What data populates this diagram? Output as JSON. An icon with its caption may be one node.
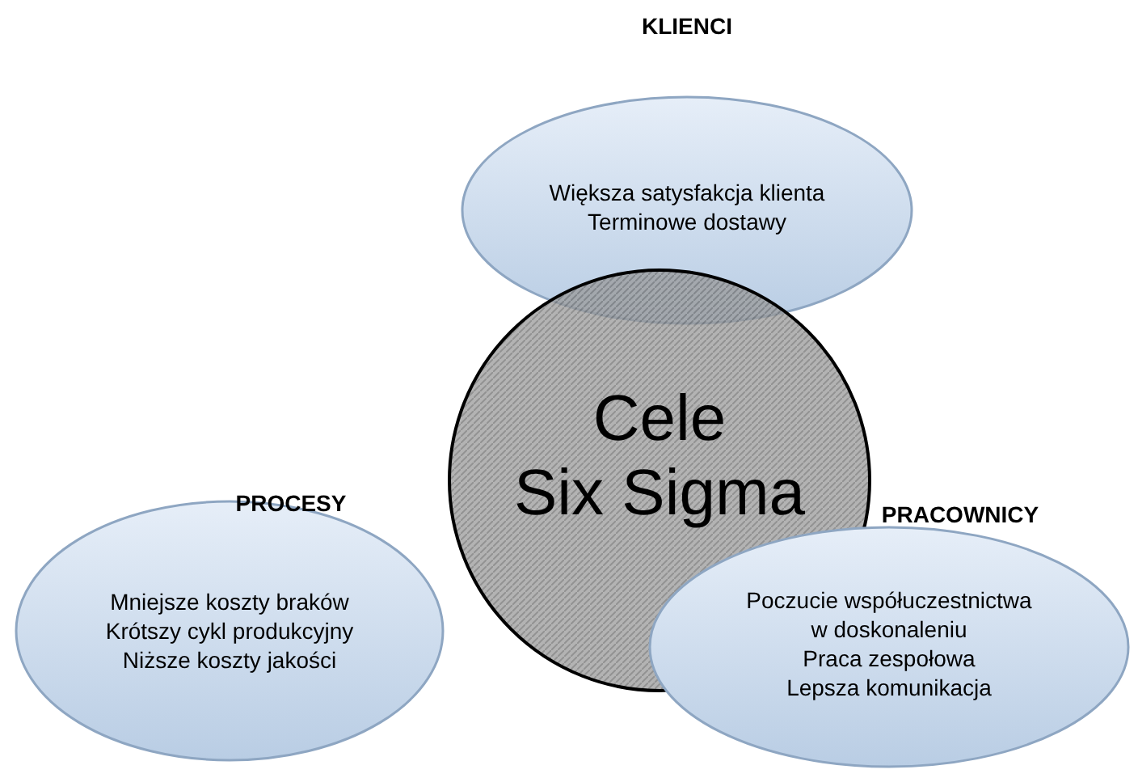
{
  "diagram": {
    "nodes": [
      {
        "text": [
          "KLIENCI",
          "Większa satysfakcja klienta Terminowe dostawy"
        ]
      },
      {
        "text": [
          "Cele Six Sigma"
        ]
      },
      {
        "text": [
          "PROCESY",
          "Mniejsze koszty braków Krótszy cykl produkcyjny Niższe koszty jakości"
        ]
      },
      {
        "text": [
          "PRACOWNICY",
          "Poczucie współuczestnictwa w doskonaleniu Praca zespołowa Lepsza komunikacja"
        ]
      }
    ]
  }
}
